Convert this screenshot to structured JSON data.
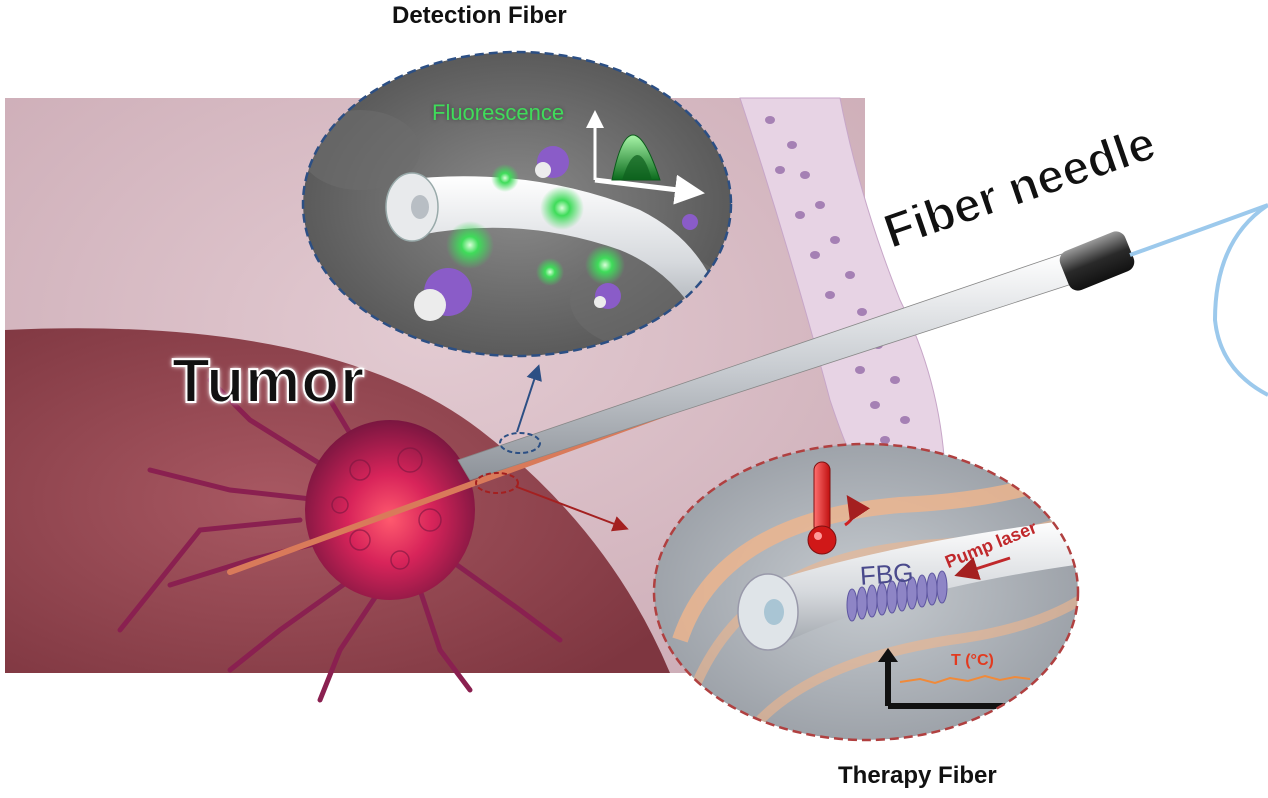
{
  "labels": {
    "detection_fiber": "Detection Fiber",
    "therapy_fiber": "Therapy Fiber",
    "tumor": "Tumor",
    "fiber_needle": "Fiber needle",
    "fluorescence": "Fluorescence",
    "fbg": "FBG",
    "pump_laser": "Pump laser",
    "temperature": "T (°C)"
  },
  "colors": {
    "tissue": "#d8bcc5",
    "tumor_region": "#9c4a52",
    "tumor_cell": "#b82a5a",
    "detection_outline": "#2c4f84",
    "therapy_outline": "#b04040",
    "fluorescence_green": "#3fdc5a",
    "fiber_cable": "#9cc9ec"
  },
  "icons": [
    "thermometer-icon",
    "rotate-arrow-icon",
    "axis-arrow-icon"
  ]
}
